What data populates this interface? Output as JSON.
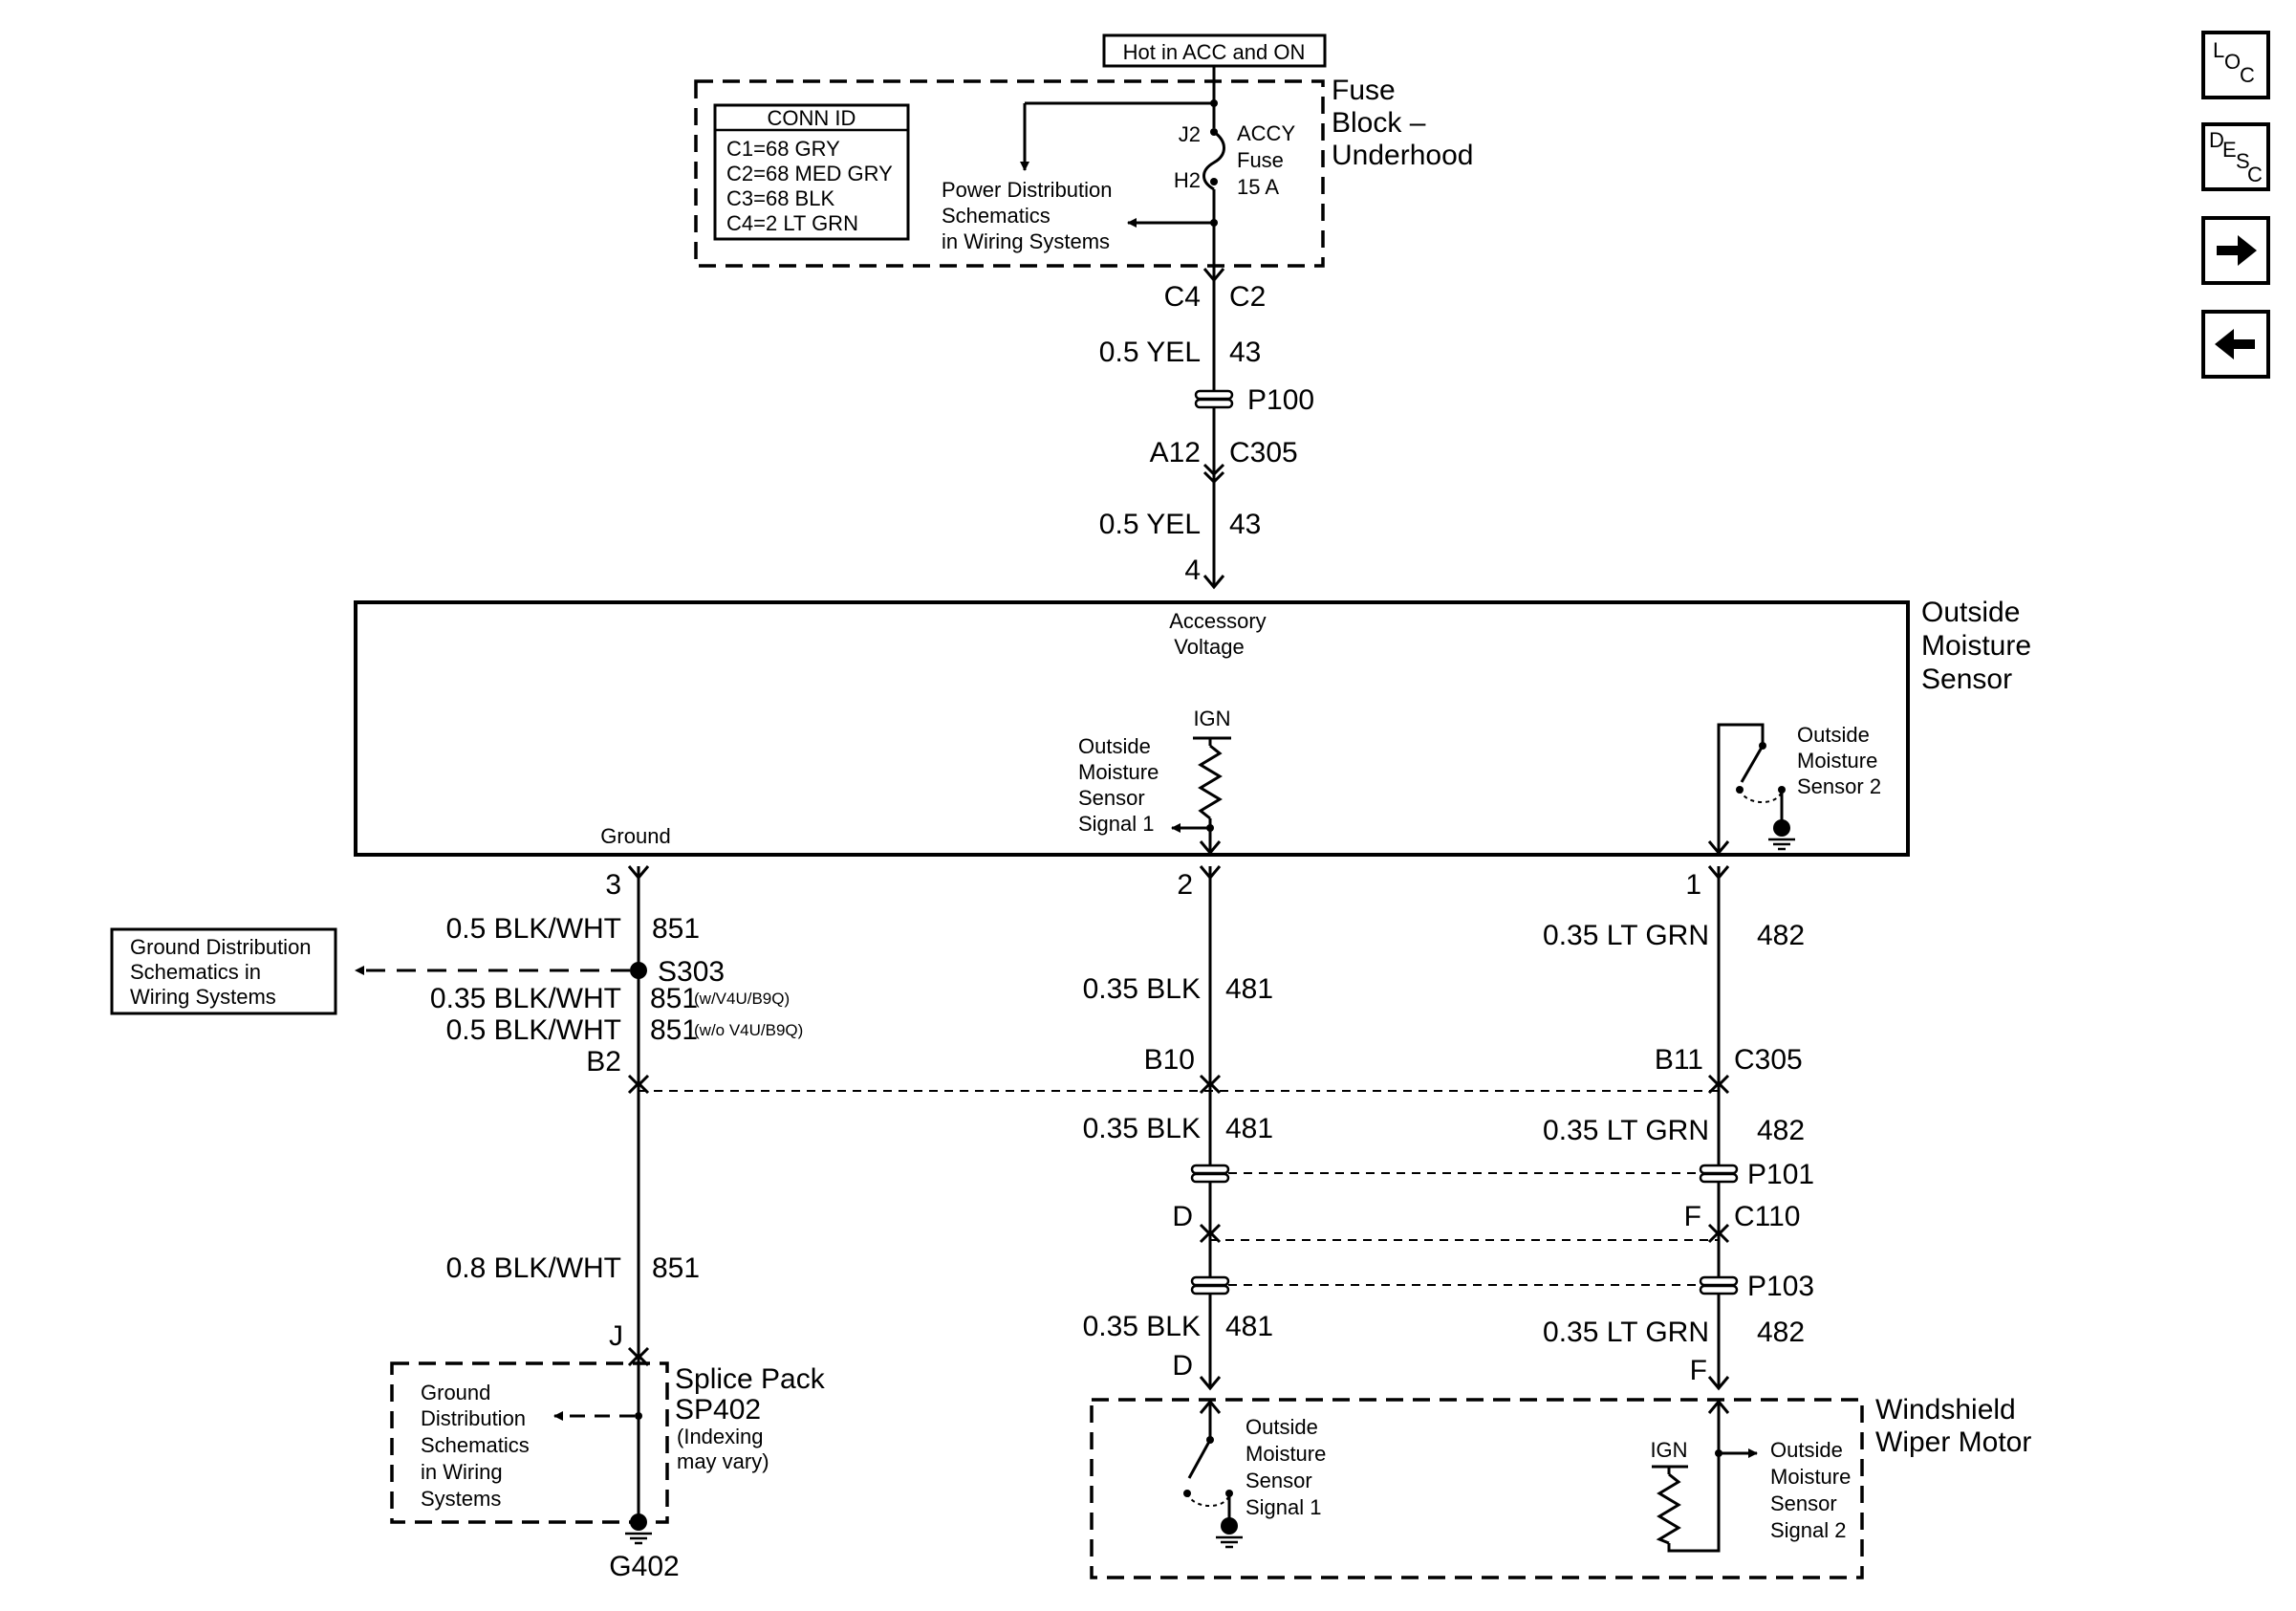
{
  "nav": {
    "loc": {
      "top": "L",
      "mid": "O",
      "bot": "C"
    },
    "desc": {
      "top": "D",
      "mid": "E",
      "sub": "S",
      "bot": "C"
    },
    "next_icon": "right-arrow-icon",
    "prev_icon": "left-arrow-icon"
  },
  "fuse_block": {
    "hot_label": "Hot in ACC and ON",
    "name_lines": [
      "Fuse",
      "Block –",
      "Underhood"
    ],
    "conn_id": {
      "title": "CONN ID",
      "rows": [
        "C1=68 GRY",
        "C2=68 MED GRY",
        "C3=68 BLK",
        "C4=2 LT GRN"
      ]
    },
    "power_ref_lines": [
      "Power Distribution",
      "Schematics",
      "in Wiring Systems"
    ],
    "fuse_pins": {
      "j": "J2",
      "h": "H2"
    },
    "fuse_lines": [
      "ACCY",
      "Fuse",
      "15 A"
    ],
    "conn_left": "C4",
    "conn_right": "C2"
  },
  "feed_wire": {
    "w1_label": "0.5 YEL",
    "w1_circuit": "43",
    "p100": "P100",
    "c_left": "A12",
    "c_right": "C305",
    "w2_label": "0.5 YEL",
    "w2_circuit": "43",
    "pin": "4"
  },
  "sensor": {
    "name_lines": [
      "Outside",
      "Moisture",
      "Sensor"
    ],
    "acc_lines": [
      "Accessory",
      "Voltage"
    ],
    "ign": "IGN",
    "sig1_lines": [
      "Outside",
      "Moisture",
      "Sensor",
      "Signal 1"
    ],
    "sensor2_lines": [
      "Outside",
      "Moisture",
      "Sensor 2"
    ],
    "ground": "Ground"
  },
  "ground_col": {
    "pin": "3",
    "w1_label": "0.5 BLK/WHT",
    "w1_circuit": "851",
    "splice": "S303",
    "ref_lines": [
      "Ground Distribution",
      "Schematics in",
      "Wiring Systems"
    ],
    "w2_label": "0.35 BLK/WHT",
    "w2_circuit": "851",
    "w2_note": "(w/V4U/B9Q)",
    "w3_label": "0.5 BLK/WHT",
    "w3_circuit": "851",
    "w3_note": "(w/o V4U/B9Q)",
    "conn": "B2",
    "w4_label": "0.8 BLK/WHT",
    "w4_circuit": "851",
    "sp_pin": "J",
    "sp_lines": [
      "Splice Pack",
      "SP402"
    ],
    "sp_note_lines": [
      "(Indexing",
      "may vary)"
    ],
    "sp_ref_lines": [
      "Ground",
      "Distribution",
      "Schematics",
      "in Wiring",
      "Systems"
    ],
    "ground_id": "G402"
  },
  "sig1_col": {
    "pin": "2",
    "w1_label": "0.35 BLK",
    "w1_circuit": "481",
    "conn": "B10",
    "w2_label": "0.35 BLK",
    "w2_circuit": "481",
    "c110_pin": "D",
    "w3_label": "0.35 BLK",
    "w3_circuit": "481",
    "motor_pin": "D"
  },
  "sig2_col": {
    "pin": "1",
    "w1_label": "0.35 LT GRN",
    "w1_circuit": "482",
    "conn": "B11",
    "conn_id": "C305",
    "w2_label": "0.35 LT GRN",
    "w2_circuit": "482",
    "p101": "P101",
    "c110_pin": "F",
    "c110_id": "C110",
    "p103": "P103",
    "w3_label": "0.35 LT GRN",
    "w3_circuit": "482",
    "motor_pin": "F"
  },
  "wiper": {
    "name_lines": [
      "Windshield",
      "Wiper Motor"
    ],
    "sig1_lines": [
      "Outside",
      "Moisture",
      "Sensor",
      "Signal 1"
    ],
    "ign": "IGN",
    "sig2_lines": [
      "Outside",
      "Moisture",
      "Sensor",
      "Signal 2"
    ]
  }
}
